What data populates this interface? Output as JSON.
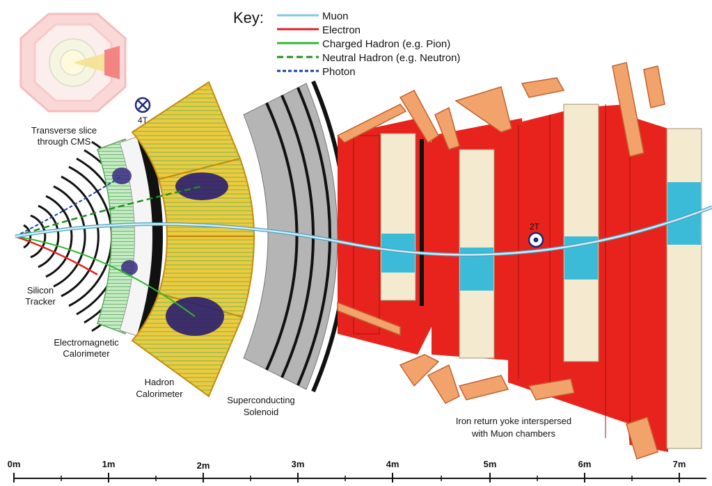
{
  "key": {
    "title": "Key:",
    "entries": [
      {
        "label": "Muon",
        "color": "#7ec8e3",
        "style": "solid"
      },
      {
        "label": "Electron",
        "color": "#e02020",
        "style": "solid"
      },
      {
        "label": "Charged Hadron (e.g. Pion)",
        "color": "#2db82d",
        "style": "solid"
      },
      {
        "label": "Neutral Hadron (e.g. Neutron)",
        "color": "#1f8f1f",
        "style": "dashed"
      },
      {
        "label": "Photon",
        "color": "#1a3fa0",
        "style": "dashed"
      }
    ]
  },
  "labels": {
    "transverse_slice_1": "Transverse slice",
    "transverse_slice_2": "through CMS",
    "field_inner": "4T",
    "field_outer": "2T",
    "tracker_1": "Silicon",
    "tracker_2": "Tracker",
    "ecal_1": "Electromagnetic",
    "ecal_2": "Calorimeter",
    "hcal_1": "Hadron",
    "hcal_2": "Calorimeter",
    "solenoid_1": "Superconducting",
    "solenoid_2": "Solenoid",
    "yoke_1": "Iron return yoke interspersed",
    "yoke_2": "with Muon chambers"
  },
  "scale": {
    "ticks": [
      "0m",
      "1m",
      "2m",
      "3m",
      "4m",
      "5m",
      "6m",
      "7m"
    ]
  },
  "colors": {
    "iron": "#e8231d",
    "muon_chamber": "#f2a36b",
    "hcal": "#f0c93c",
    "ecal": "#a6dca6",
    "solenoid": "#b5b5b5",
    "muon_track": "#7ec8e3"
  }
}
